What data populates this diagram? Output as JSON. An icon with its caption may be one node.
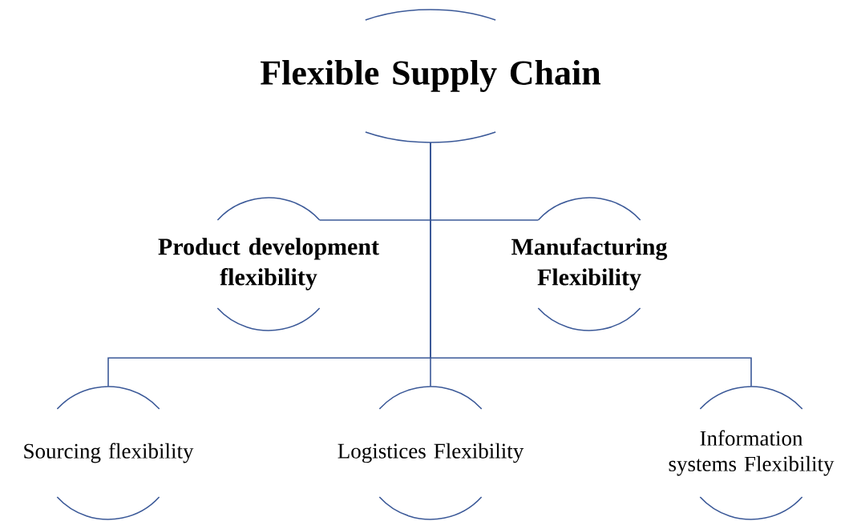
{
  "diagram": {
    "nodes": [
      {
        "text": [
          "Flexible Supply Chain"
        ]
      },
      {
        "text": [
          "Product development flexibility"
        ]
      },
      {
        "text": [
          "Manufacturing Flexibility"
        ]
      },
      {
        "text": [
          "Sourcing flexibility"
        ]
      },
      {
        "text": [
          "Logistices Flexibility"
        ]
      },
      {
        "text": [
          "Information systems Flexibility"
        ]
      }
    ],
    "edges": [
      {
        "from": 0,
        "to": 1,
        "arrow": "none"
      },
      {
        "from": 0,
        "to": 2,
        "arrow": "none"
      },
      {
        "from": 0,
        "to": 3,
        "arrow": "none"
      },
      {
        "from": 0,
        "to": 4,
        "arrow": "none"
      },
      {
        "from": 0,
        "to": 5,
        "arrow": "none"
      }
    ]
  }
}
